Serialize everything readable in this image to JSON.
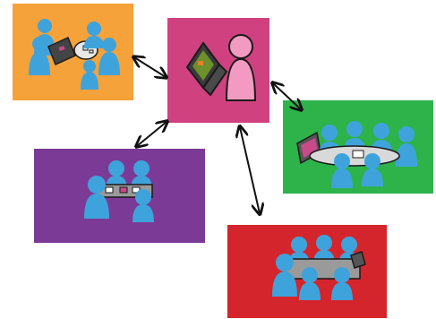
{
  "diagram": {
    "kind": "hub-and-spoke",
    "hub": {
      "name": "individual-learner-with-laptop",
      "color": "#d0417f"
    },
    "nodes": [
      {
        "name": "small-group-round-table",
        "color": "#f6a23a"
      },
      {
        "name": "group-meeting-with-screen",
        "color": "#2db34a"
      },
      {
        "name": "group-at-desk-with-devices",
        "color": "#7b3a95"
      },
      {
        "name": "group-at-desk-with-tablet",
        "color": "#d4252c"
      }
    ],
    "connectors": "double-headed-arrows"
  },
  "colors": {
    "person": "#3fa3db",
    "hub_person": "#f39ac3",
    "outline": "#1a1a1a",
    "table": "#9a9a9a"
  },
  "icons": [
    "person-icon",
    "laptop-icon",
    "table-icon",
    "tablet-icon",
    "double-arrow-icon"
  ]
}
